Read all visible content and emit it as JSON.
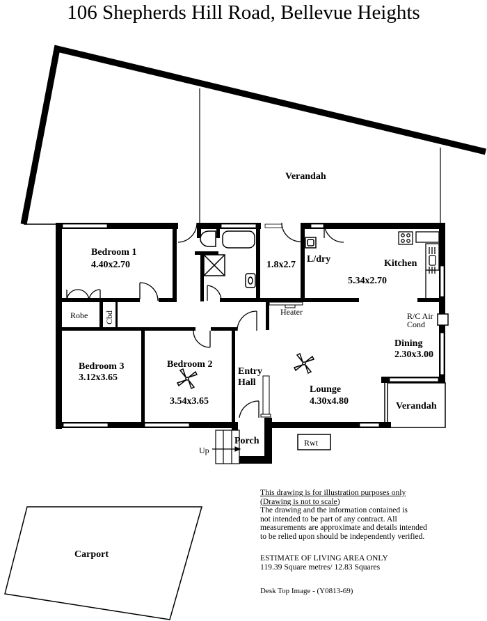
{
  "header": {
    "title": "106 Shepherds Hill Road, Bellevue Heights"
  },
  "rooms": {
    "verandah_rear": {
      "name": "Verandah"
    },
    "bedroom1": {
      "name": "Bedroom 1",
      "size": "4.40x2.70"
    },
    "robe": {
      "name": "Robe"
    },
    "cbd": {
      "name": "Cbd"
    },
    "bathroom": {
      "size": "1.8x2.7"
    },
    "laundry": {
      "name": "L/dry"
    },
    "kitchen": {
      "name": "Kitchen",
      "size": "5.34x2.70"
    },
    "heater": {
      "name": "Heater"
    },
    "aircon": {
      "line1": "R/C Air",
      "line2": "Cond"
    },
    "dining": {
      "name": "Dining",
      "size": "2.30x3.00"
    },
    "bedroom3": {
      "name": "Bedroom 3",
      "size": "3.12x3.65"
    },
    "bedroom2": {
      "name": "Bedroom 2",
      "size": "3.54x3.65"
    },
    "entry_hall": {
      "line1": "Entry",
      "line2": "Hall"
    },
    "lounge": {
      "name": "Lounge",
      "size": "4.30x4.80"
    },
    "verandah_side": {
      "name": "Verandah"
    },
    "porch": {
      "name": "Porch"
    },
    "stairs": {
      "label": "Up"
    },
    "rwt": {
      "name": "Rwt"
    },
    "carport": {
      "name": "Carport"
    }
  },
  "disclaimer": {
    "line1": "This drawing is for illustration purposes only",
    "line2": "(Drawing is not to scale)",
    "body": [
      "The drawing and the information contained is",
      "not intended to be part of any contract.  All",
      "measurements are approximate and details intended",
      "to be relied upon should be independently verified."
    ]
  },
  "area": {
    "heading": "ESTIMATE OF LIVING AREA ONLY",
    "value": "119.39 Square metres/  12.83 Squares"
  },
  "reference": "Desk Top Image -  (Y0813-69)",
  "colors": {
    "wall": "#000000",
    "background": "#ffffff"
  }
}
